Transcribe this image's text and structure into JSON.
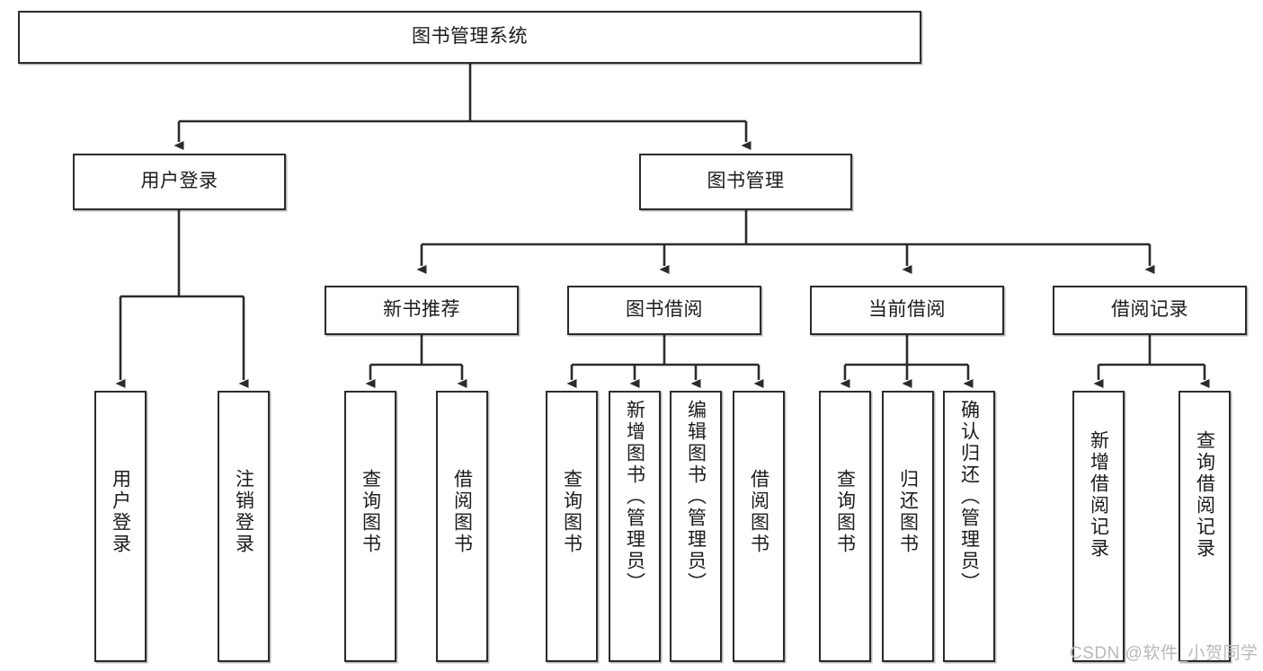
{
  "diagram": {
    "type": "tree-hierarchy-flowchart",
    "title": "图书管理系统",
    "watermark": "CSDN @软件_小贺同学",
    "colors": {
      "box_border": "#2b2b2b",
      "box_fill": "#ffffff",
      "connector": "#2b2b2b",
      "text": "#1b1b1b",
      "watermark": "#b9b9b9"
    },
    "levels": {
      "root": {
        "label": "图书管理系统"
      },
      "level2": [
        {
          "label": "用户登录"
        },
        {
          "label": "图书管理"
        }
      ],
      "level3": [
        {
          "label": "新书推荐"
        },
        {
          "label": "图书借阅"
        },
        {
          "label": "当前借阅"
        },
        {
          "label": "借阅记录"
        }
      ],
      "leaves": {
        "user_login": [
          {
            "label": "用户登录"
          },
          {
            "label": "注销登录"
          }
        ],
        "new_book_recommend": [
          {
            "label": "查询图书"
          },
          {
            "label": "借阅图书"
          }
        ],
        "book_borrow": [
          {
            "label": "查询图书"
          },
          {
            "label": "新增图书（管理员）"
          },
          {
            "label": "编辑图书（管理员）"
          },
          {
            "label": "借阅图书"
          }
        ],
        "current_borrow": [
          {
            "label": "查询图书"
          },
          {
            "label": "归还图书"
          },
          {
            "label": "确认归还（管理员）"
          }
        ],
        "borrow_record": [
          {
            "label": "新增借阅记录"
          },
          {
            "label": "查询借阅记录"
          }
        ]
      }
    }
  }
}
